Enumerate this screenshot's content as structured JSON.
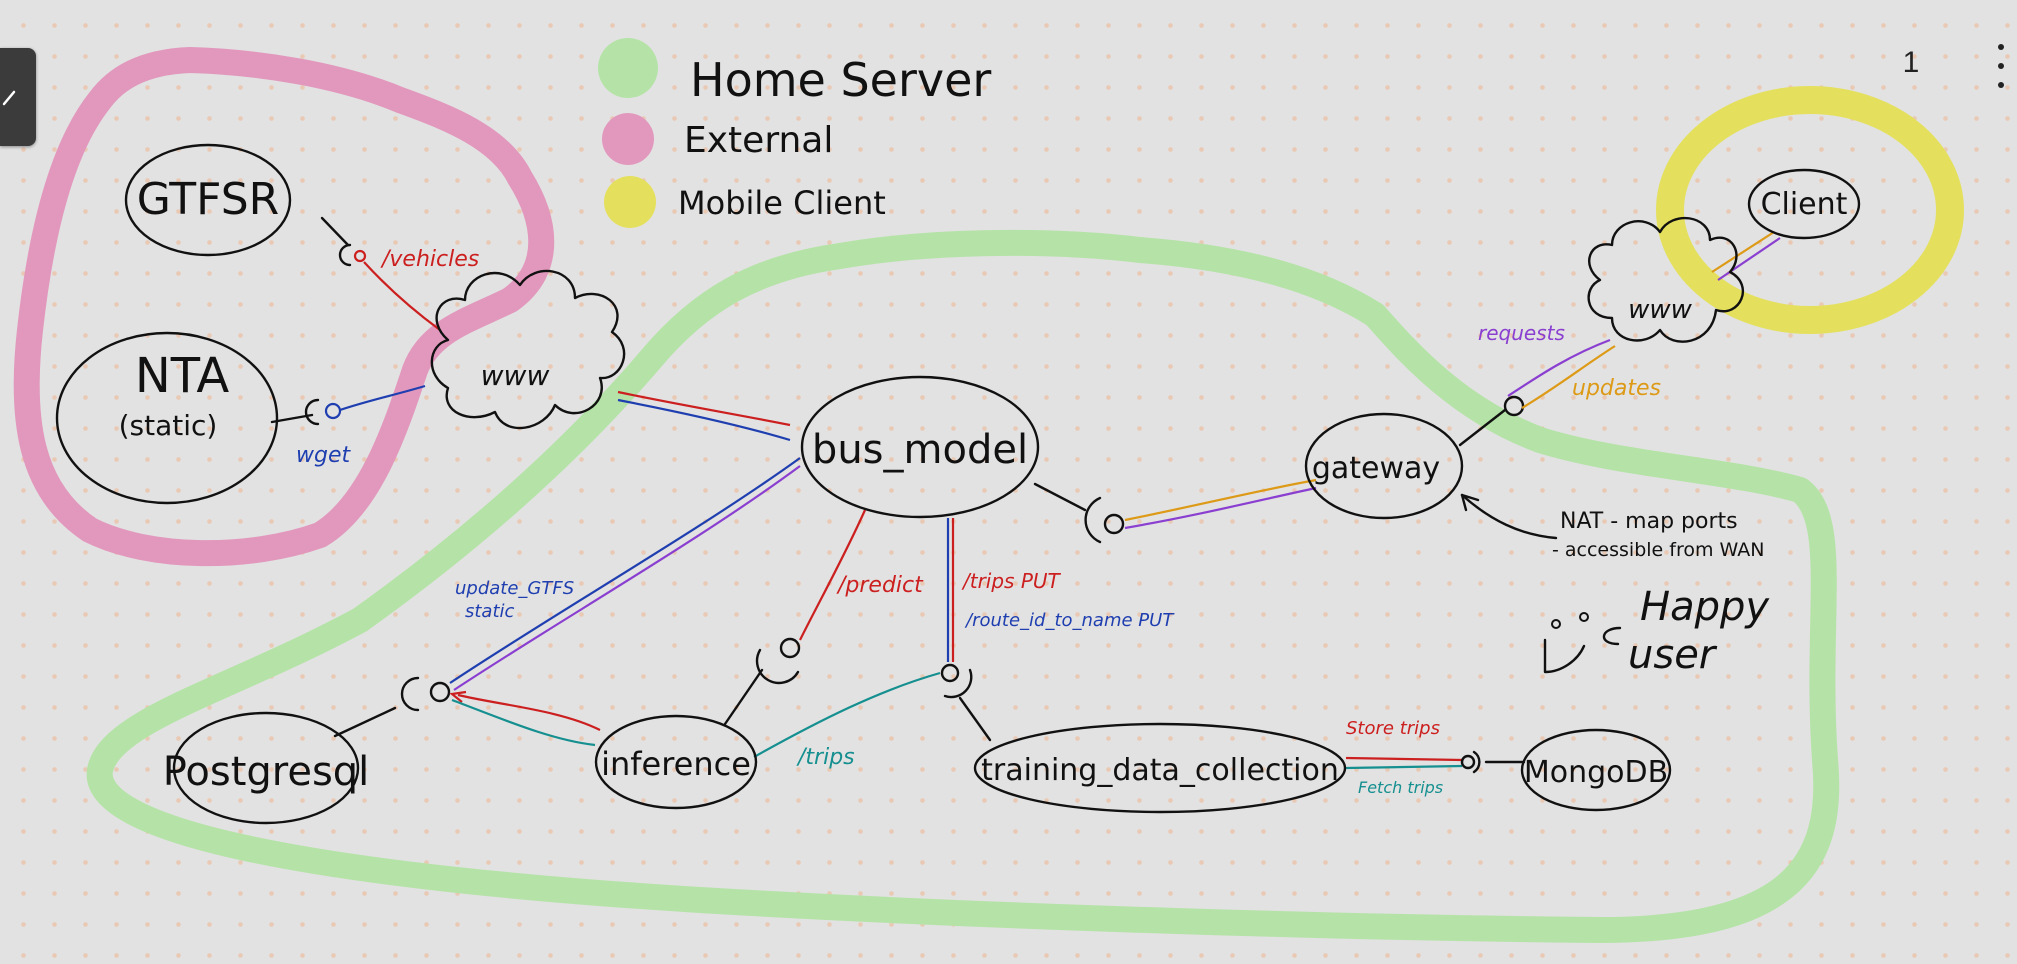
{
  "toolbar": {
    "page_number": "1",
    "menu_icon": "more-vert-icon",
    "pen_icon": "pen-icon"
  },
  "colors": {
    "home_server": "#b5e3a7",
    "external": "#e298bd",
    "mobile_client": "#e4e05e",
    "red": "#cc1f1f",
    "blue": "#1f3fb0",
    "purple": "#8a3fd0",
    "teal": "#158f8f",
    "orange": "#dd9a16"
  },
  "legend": {
    "home_server": "Home Server",
    "external": "External",
    "mobile_client": "Mobile Client"
  },
  "nodes": {
    "gtfsr": "GTFSR",
    "nta_line1": "NTA",
    "nta_line2": "(static)",
    "www_external": "www",
    "bus_model": "bus_model",
    "gateway": "gateway",
    "www_client": "www",
    "client": "Client",
    "postgresql": "Postgresql",
    "inference": "inference",
    "training": "training_data_collection",
    "mongodb": "MongoDB"
  },
  "labels": {
    "vehicles": "/vehicles",
    "wget": "wget",
    "requests": "requests",
    "updates": "updates",
    "predict": "/predict",
    "trips_put": "/trips PUT",
    "route_put": "/route_id_to_name PUT",
    "update_gtfs_1": "update_GTFS",
    "update_gtfs_2": "static",
    "trips": "/trips",
    "store_trips": "Store trips",
    "fetch_trips": "Fetch trips",
    "nat_1": "NAT - map ports",
    "nat_2": "- accessible from WAN",
    "happy_1": "Happy",
    "happy_2": "user"
  }
}
